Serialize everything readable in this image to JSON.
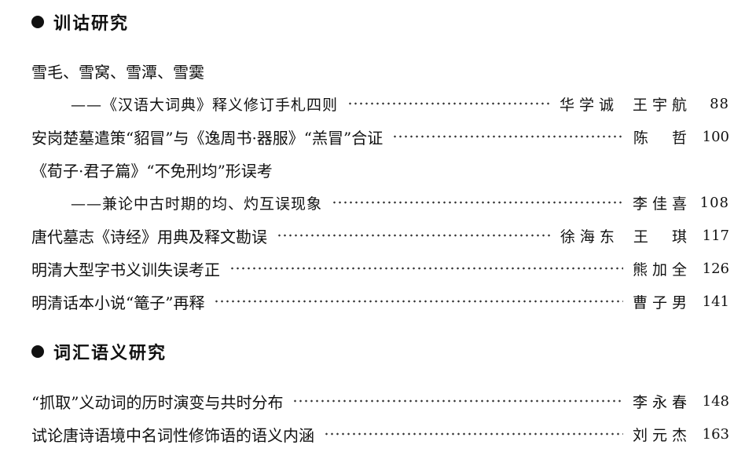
{
  "sections": [
    {
      "heading": "训诂研究",
      "entries": [
        {
          "title": "雪毛、雪窝、雪潭、雪霙"
        },
        {
          "title": "——《汉语大词典》释义修订手札四则",
          "authors": [
            "华学诚",
            "王宇航"
          ],
          "page": "88"
        },
        {
          "title": "安岗楚墓遣策“貂冒”与《逸周书·器服》“羔冒”合证",
          "authors": [
            "陈  哲"
          ],
          "page": "100"
        },
        {
          "title": "《荀子·君子篇》“不免刑均”形误考"
        },
        {
          "title": "——兼论中古时期的均、灼互误现象",
          "authors": [
            "李佳喜"
          ],
          "page": "108"
        },
        {
          "title": "唐代墓志《诗经》用典及释文勘误",
          "authors": [
            "徐海东",
            "王  琪"
          ],
          "page": "117"
        },
        {
          "title": "明清大型字书义训失误考正",
          "authors": [
            "熊加全"
          ],
          "page": "126"
        },
        {
          "title": "明清话本小说“篭子”再释",
          "authors": [
            "曹子男"
          ],
          "page": "141"
        }
      ]
    },
    {
      "heading": "词汇语义研究",
      "entries": [
        {
          "title": "“抓取”义动词的历时演变与共时分布",
          "authors": [
            "李永春"
          ],
          "page": "148"
        },
        {
          "title": "试论唐诗语境中名词性修饰语的语义内涵",
          "authors": [
            "刘元杰"
          ],
          "page": "163"
        }
      ]
    }
  ]
}
